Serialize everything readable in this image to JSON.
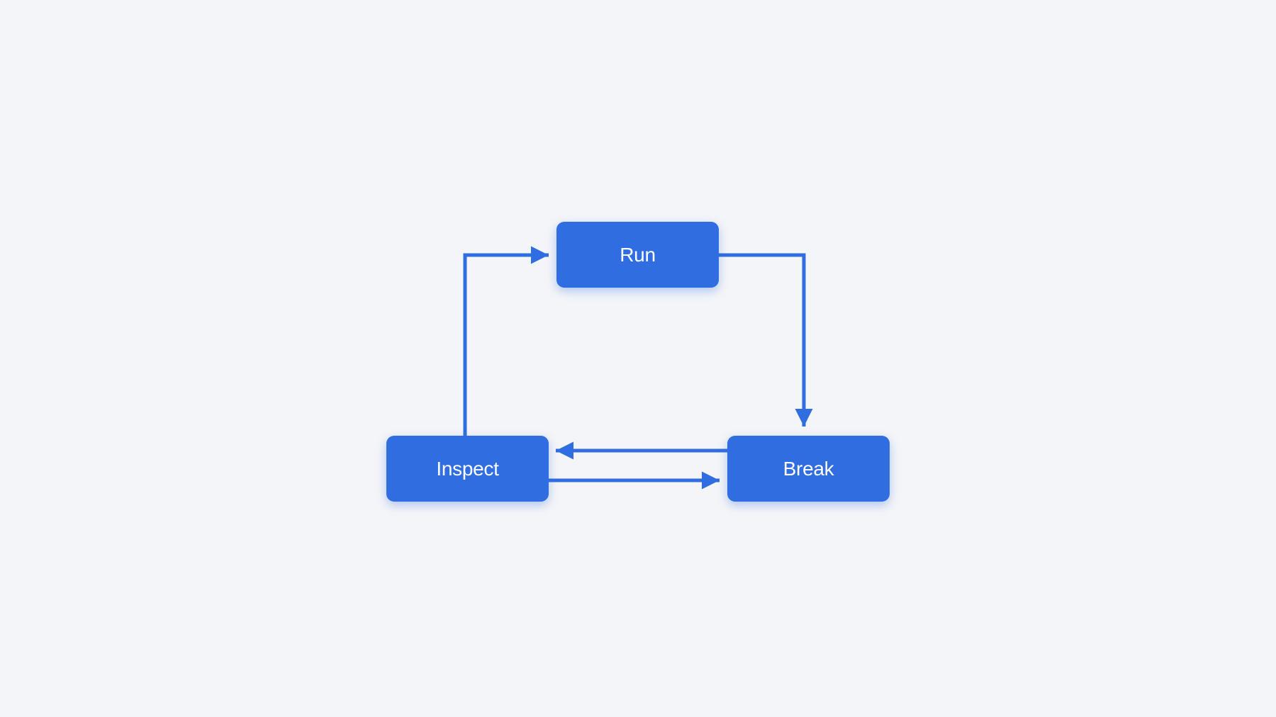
{
  "diagram": {
    "accent_color": "#2f6de0",
    "background_color": "#f4f5f8",
    "nodes": {
      "run": {
        "label": "Run"
      },
      "inspect": {
        "label": "Inspect"
      },
      "break": {
        "label": "Break"
      }
    },
    "edges": [
      {
        "from": "run",
        "to": "break"
      },
      {
        "from": "break",
        "to": "inspect"
      },
      {
        "from": "inspect",
        "to": "break"
      },
      {
        "from": "inspect",
        "to": "run"
      }
    ]
  }
}
